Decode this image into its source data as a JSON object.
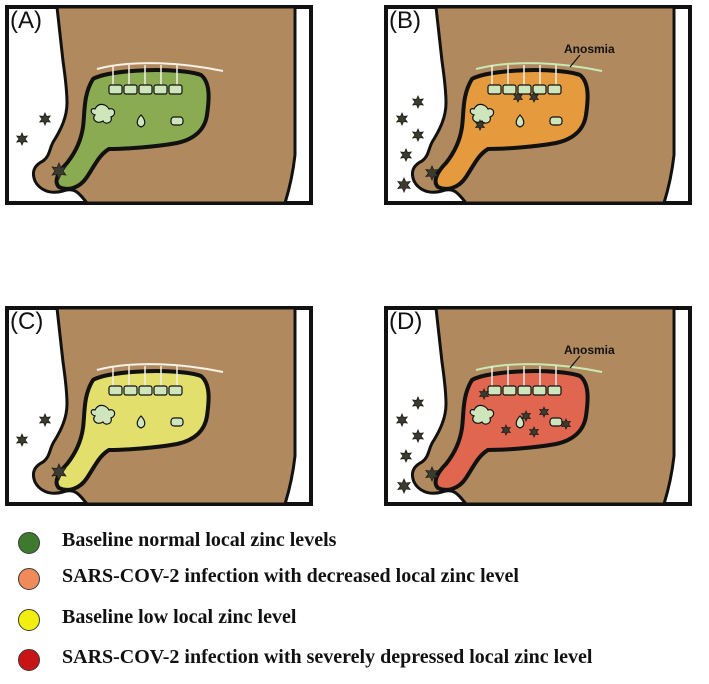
{
  "panels": [
    {
      "label": "(A)",
      "fill": "#8aab52",
      "anosmia": "",
      "infected": false
    },
    {
      "label": "(B)",
      "fill": "#e49a3d",
      "anosmia": "Anosmia",
      "infected": true
    },
    {
      "label": "(C)",
      "fill": "#e2df6c",
      "anosmia": "",
      "infected": false
    },
    {
      "label": "(D)",
      "fill": "#e0664f",
      "anosmia": "Anosmia",
      "infected": true
    }
  ],
  "colors": {
    "head": "#b08a5e",
    "outline": "#111111",
    "cell": "#cfe6bd",
    "virus": "#3b3b2f"
  },
  "legend": [
    {
      "color": "#3e7a2e",
      "text": "Baseline normal local zinc levels"
    },
    {
      "color": "#ef8a5a",
      "text": "SARS-COV-2 infection with decreased local zinc level"
    },
    {
      "color": "#f2ee10",
      "text": "Baseline low local zinc level"
    },
    {
      "color": "#c81414",
      "text": "SARS-COV-2 infection with severely depressed local zinc level"
    }
  ]
}
